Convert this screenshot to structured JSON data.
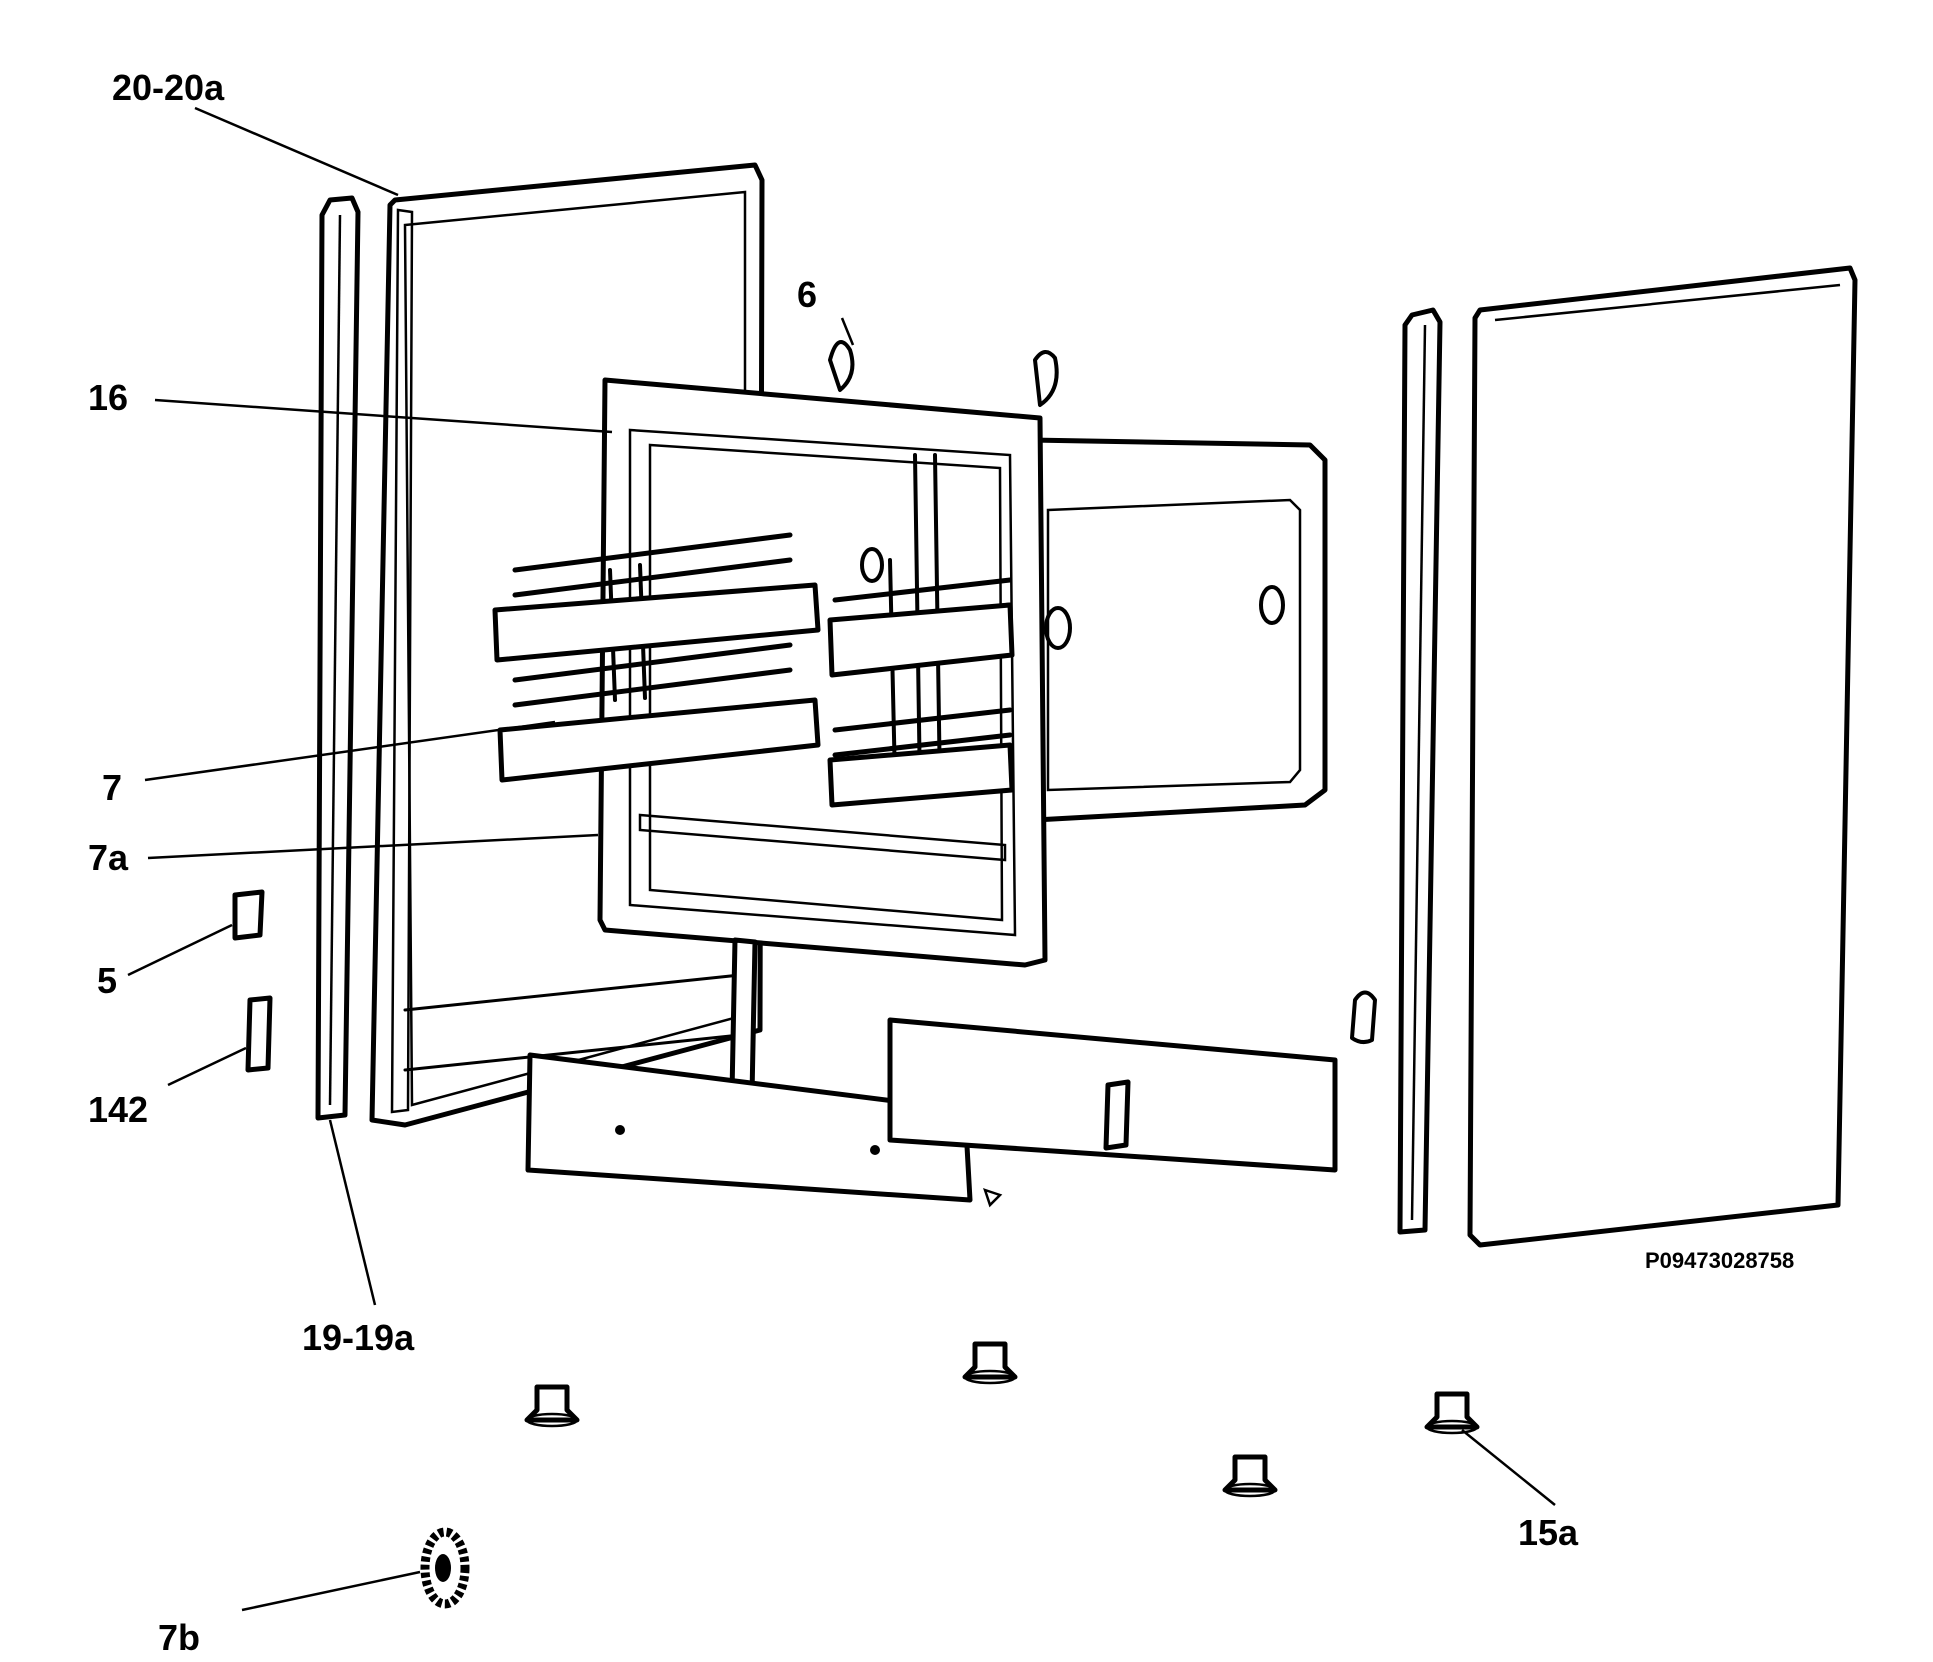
{
  "labels": {
    "l_20_20a": "20-20a",
    "l_6": "6",
    "l_16": "16",
    "l_7": "7",
    "l_7a": "7a",
    "l_5": "5",
    "l_142": "142",
    "l_19_19a": "19-19a",
    "l_15a": "15a",
    "l_7b": "7b"
  },
  "reference_code": "P09473028758",
  "colors": {
    "line": "#000000",
    "background": "#ffffff"
  }
}
